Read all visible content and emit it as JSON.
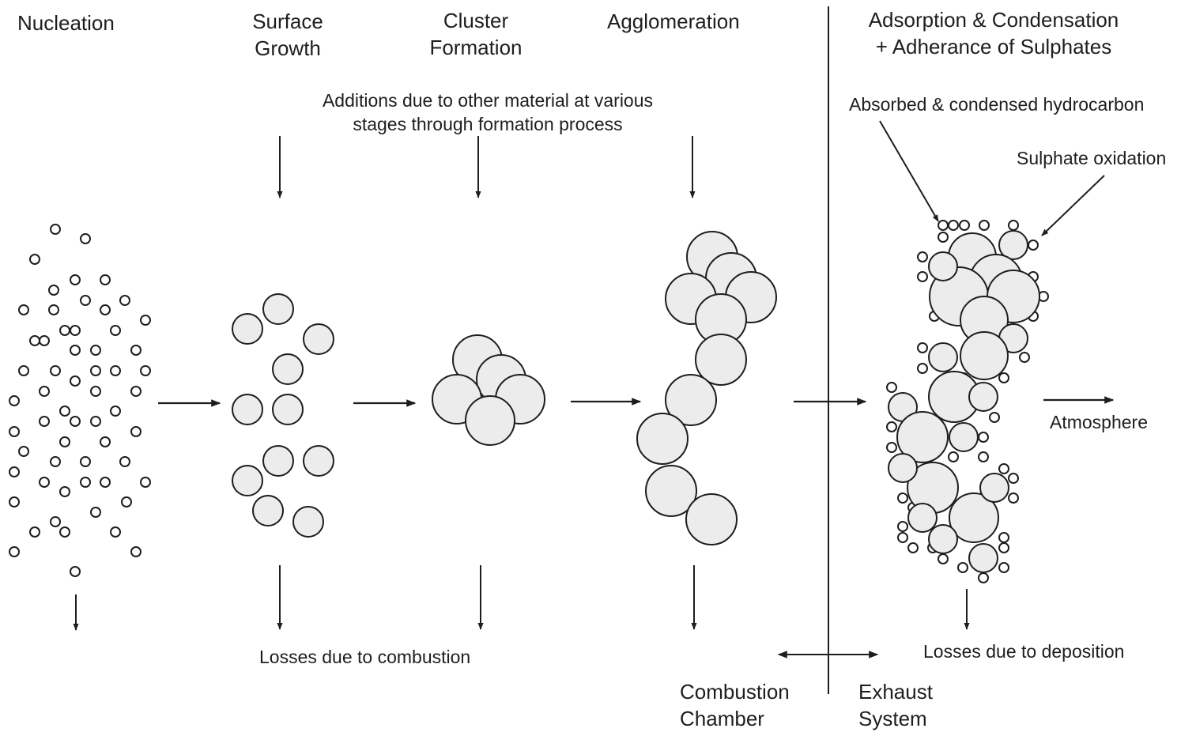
{
  "stages": {
    "nucleation": "Nucleation",
    "surface_growth": [
      "Surface",
      "Growth"
    ],
    "cluster_formation": [
      "Cluster",
      "Formation"
    ],
    "agglomeration": "Agglomeration",
    "adsorption": [
      "Adsorption & Condensation",
      "+ Adherance of Sulphates"
    ]
  },
  "annotations": {
    "additions": [
      "Additions due to other material at various",
      "stages through formation process"
    ],
    "absorbed": "Absorbed & condensed hydrocarbon",
    "sulphate": "Sulphate oxidation",
    "atmosphere": "Atmosphere",
    "losses_combustion": "Losses due to combustion",
    "losses_deposition": "Losses due to deposition"
  },
  "zones": {
    "combustion": [
      "Combustion",
      "Chamber"
    ],
    "exhaust": [
      "Exhaust",
      "System"
    ]
  },
  "colors": {
    "line": "#1e1e1e",
    "particle_fill": "#ececec",
    "small_fill": "#ffffff"
  }
}
